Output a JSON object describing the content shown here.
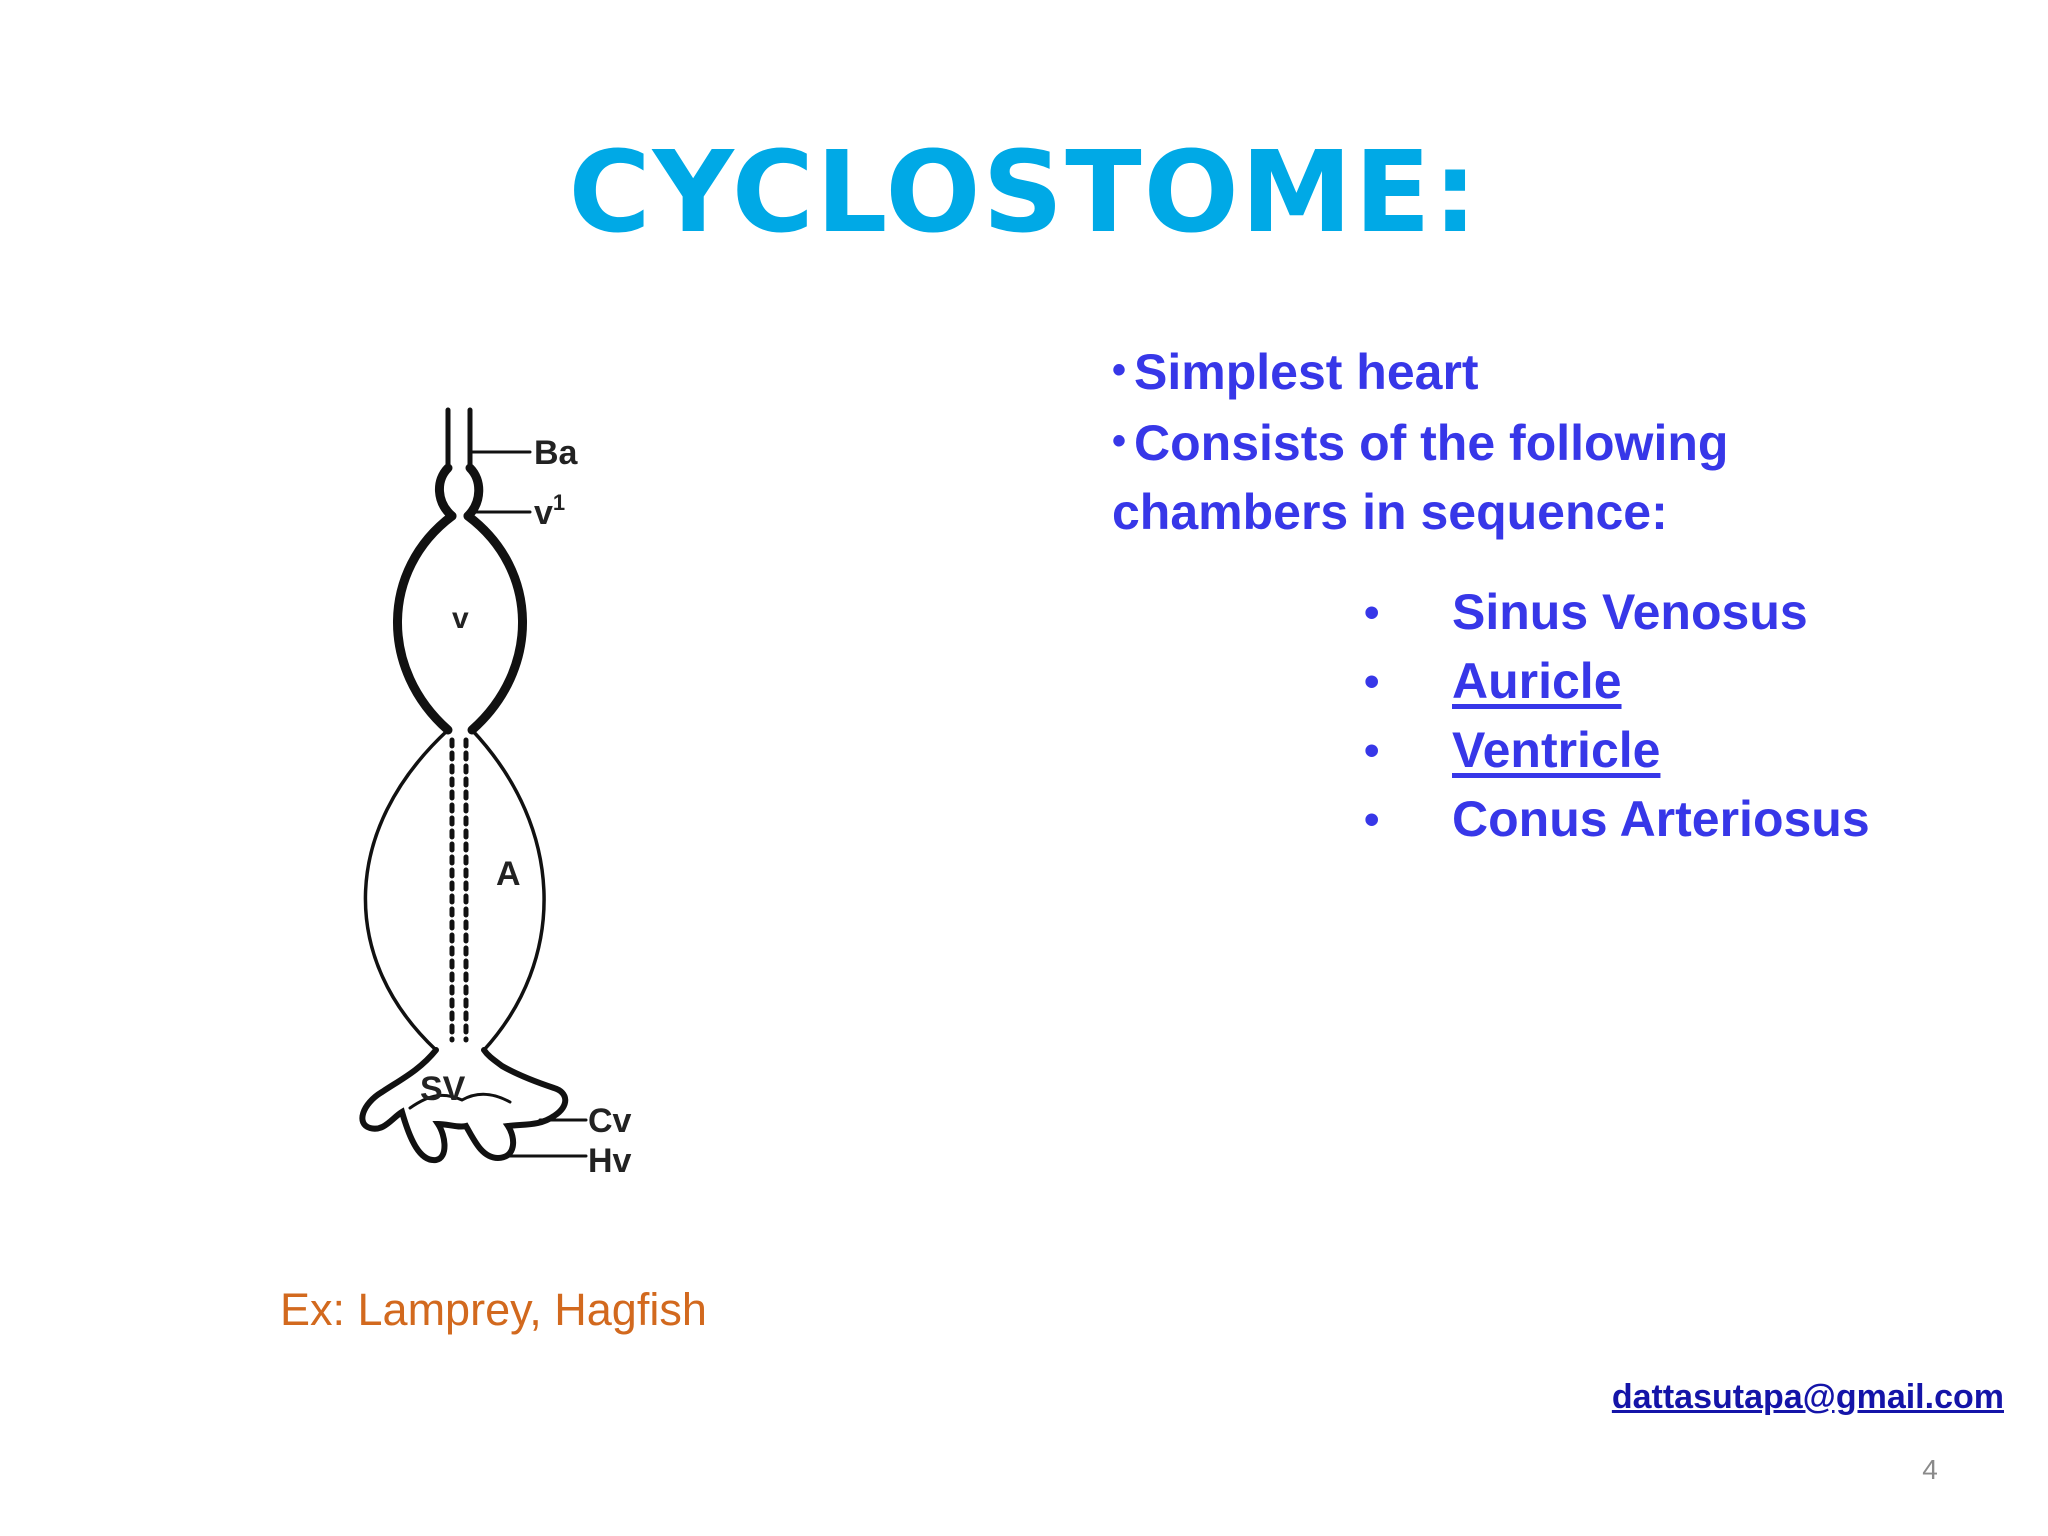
{
  "slide": {
    "title": "CYCLOSTOME:",
    "bullets": [
      "Simplest heart",
      "Consists of the following",
      "chambers in sequence:"
    ],
    "chambers": [
      {
        "label": "Sinus Venosus",
        "underlined": false
      },
      {
        "label": "Auricle",
        "underlined": true
      },
      {
        "label": "Ventricle",
        "underlined": true
      },
      {
        "label": "Conus Arteriosus",
        "underlined": false
      }
    ],
    "bullet_symbol": "•",
    "example": "Ex: Lamprey, Hagfish",
    "email": "dattasutapa@gmail.com",
    "page_number": "4",
    "title_color": "#00a9e6",
    "text_color": "#3737e8",
    "example_color": "#d2691e"
  },
  "diagram": {
    "labels": {
      "ba": "Ba",
      "v1": "v",
      "v1_sup": "1",
      "v": "v",
      "a": "A",
      "sv": "SV",
      "cv": "Cv",
      "hv": "Hv"
    }
  }
}
